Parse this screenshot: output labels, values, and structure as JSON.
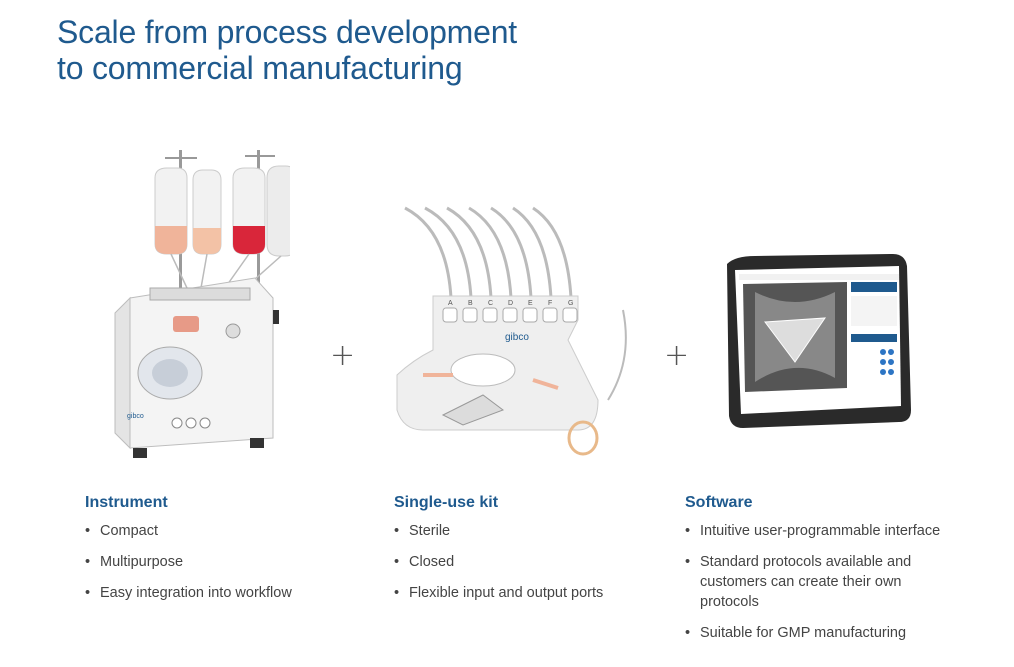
{
  "title": {
    "line1": "Scale from process development",
    "line2": "to commercial manufacturing"
  },
  "plus_symbol": "+",
  "instrument_logo": "gibco",
  "kit_logo": "gibco",
  "kit_port_letters": [
    "A",
    "B",
    "C",
    "D",
    "E",
    "F",
    "G"
  ],
  "columns": [
    {
      "heading": "Instrument",
      "items": [
        "Compact",
        "Multipurpose",
        "Easy integration into workflow"
      ]
    },
    {
      "heading": "Single-use kit",
      "items": [
        "Sterile",
        "Closed",
        "Flexible input and output ports"
      ]
    },
    {
      "heading": "Software",
      "items": [
        "Intuitive user-programmable interface",
        "Standard protocols available and customers can create their own protocols",
        "Suitable for GMP manufacturing"
      ]
    }
  ],
  "colors": {
    "heading_blue": "#1f5a8e",
    "bag_red": "#d9263a",
    "bag_peach": "#f0b49a"
  }
}
